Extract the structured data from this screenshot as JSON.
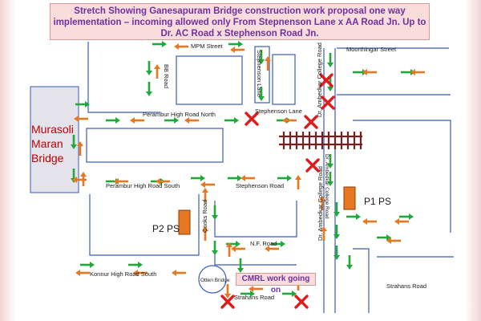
{
  "title": "Stretch Showing Ganesapuram Bridge construction work proposal one way implementation – incoming allowed only From Stepnenson Lane x AA Road Jn.  Up to Dr. AC Road x Stephenson Road Jn.",
  "bridge_label": "Murasoli Maran Bridge",
  "police_stations": {
    "p1": "P1 PS",
    "p2": "P2 PS"
  },
  "notice": "CMRL work going on",
  "roads": {
    "mpm": "MPM Street",
    "moorthingar": "Moorthingar Street",
    "bb": "BB Road",
    "stephenson_lane_v": "Stephenson Lane",
    "stephenson_lane_h": "Stephenson Lane",
    "ambedkar_upper": "Dr. Ambedkar College Road",
    "ambedkar_mid": "Dr. Ambedkar College Road",
    "ambedkar_lower": "Dr. Ambedkar College Road",
    "perambur_north": "Perambur High Road  North",
    "perambur_south": "Perambur High Road  South",
    "stephenson_road": "Stephenson  Road",
    "cooks": "Cooks Road",
    "nf": "N.F. Road",
    "konnur": "Konnur High Road  South",
    "otteri": "Otteri Bridge",
    "strahans_left": "Strahans  Road",
    "strahans_right": "Strahans  Road"
  },
  "colors": {
    "arrow_green": "#22a83a",
    "arrow_orange": "#e87722",
    "blocked_red": "#e11b1b",
    "title_text": "#7030a0",
    "bridge_text": "#c00000",
    "ps_fill": "#e87722",
    "railway": "#7a1f1f"
  },
  "icons": {
    "blocked": "red-x-icon",
    "railway": "railway-track-icon",
    "police": "police-station-icon"
  }
}
